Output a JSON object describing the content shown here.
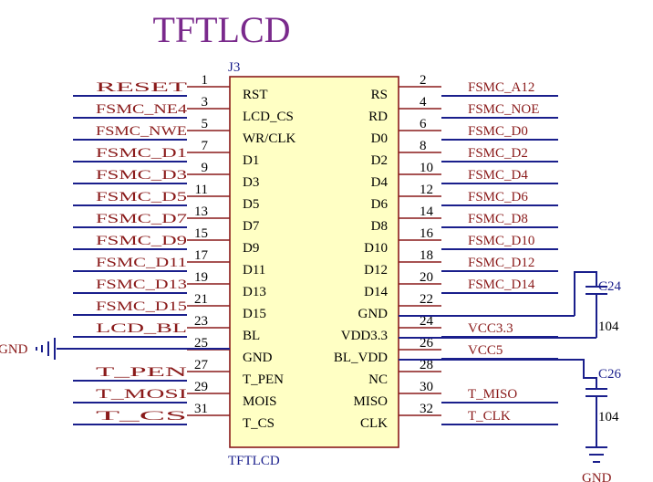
{
  "title": "TFTLCD",
  "component": {
    "designator": "J3",
    "label": "TFTLCD"
  },
  "left_pins": [
    {
      "num": "1",
      "name": "RST",
      "net": "RESET"
    },
    {
      "num": "3",
      "name": "LCD_CS",
      "net": "FSMC_NE4"
    },
    {
      "num": "5",
      "name": "WR/CLK",
      "net": "FSMC_NWE"
    },
    {
      "num": "7",
      "name": "D1",
      "net": "FSMC_D1"
    },
    {
      "num": "9",
      "name": "D3",
      "net": "FSMC_D3"
    },
    {
      "num": "11",
      "name": "D5",
      "net": "FSMC_D5"
    },
    {
      "num": "13",
      "name": "D7",
      "net": "FSMC_D7"
    },
    {
      "num": "15",
      "name": "D9",
      "net": "FSMC_D9"
    },
    {
      "num": "17",
      "name": "D11",
      "net": "FSMC_D11"
    },
    {
      "num": "19",
      "name": "D13",
      "net": "FSMC_D13"
    },
    {
      "num": "21",
      "name": "D15",
      "net": "FSMC_D15"
    },
    {
      "num": "23",
      "name": "BL",
      "net": "LCD_BL"
    },
    {
      "num": "25",
      "name": "GND",
      "net": ""
    },
    {
      "num": "27",
      "name": "T_PEN",
      "net": "T_PEN"
    },
    {
      "num": "29",
      "name": "MOIS",
      "net": "T_MOSI"
    },
    {
      "num": "31",
      "name": "T_CS",
      "net": "T_CS"
    }
  ],
  "right_pins": [
    {
      "num": "2",
      "name": "RS",
      "net": "FSMC_A12"
    },
    {
      "num": "4",
      "name": "RD",
      "net": "FSMC_NOE"
    },
    {
      "num": "6",
      "name": "D0",
      "net": "FSMC_D0"
    },
    {
      "num": "8",
      "name": "D2",
      "net": "FSMC_D2"
    },
    {
      "num": "10",
      "name": "D4",
      "net": "FSMC_D4"
    },
    {
      "num": "12",
      "name": "D6",
      "net": "FSMC_D6"
    },
    {
      "num": "14",
      "name": "D8",
      "net": "FSMC_D8"
    },
    {
      "num": "16",
      "name": "D10",
      "net": "FSMC_D10"
    },
    {
      "num": "18",
      "name": "D12",
      "net": "FSMC_D12"
    },
    {
      "num": "20",
      "name": "D14",
      "net": "FSMC_D14"
    },
    {
      "num": "22",
      "name": "GND",
      "net": ""
    },
    {
      "num": "24",
      "name": "VDD3.3",
      "net": "VCC3.3"
    },
    {
      "num": "26",
      "name": "BL_VDD",
      "net": "VCC5"
    },
    {
      "num": "28",
      "name": "NC",
      "net": ""
    },
    {
      "num": "30",
      "name": "MISO",
      "net": "T_MISO"
    },
    {
      "num": "32",
      "name": "CLK",
      "net": "T_CLK"
    }
  ],
  "capacitors": [
    {
      "designator": "C24",
      "value": "104"
    },
    {
      "designator": "C26",
      "value": "104"
    }
  ],
  "gnd_labels": {
    "left": "GND",
    "right": "GND"
  },
  "colors": {
    "wire": "#1a1f8c",
    "lead": "#8a1a1a",
    "body_fill": "#ffffc4",
    "title": "#7a2a8c"
  }
}
